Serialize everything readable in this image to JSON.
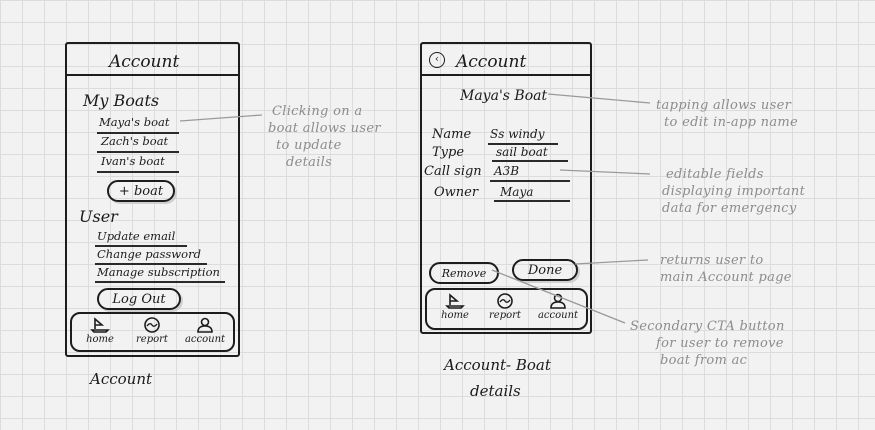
{
  "screen1": {
    "title": "Account",
    "boats_heading": "My Boats",
    "boats": [
      "Maya's boat",
      "Zach's boat",
      "Ivan's boat"
    ],
    "add_boat_button": "+ boat",
    "user_heading": "User",
    "user_items": [
      "Update email",
      "Change password",
      "Manage subscription"
    ],
    "logout_button": "Log Out",
    "nav": [
      "home",
      "report",
      "account"
    ],
    "caption": "Account"
  },
  "screen2": {
    "title": "Account",
    "boat_title": "Maya's Boat",
    "fields": [
      {
        "label": "Name",
        "value": "Ss windy"
      },
      {
        "label": "Type",
        "value": "sail boat"
      },
      {
        "label": "Call sign",
        "value": "A3B"
      },
      {
        "label": "Owner",
        "value": "Maya"
      }
    ],
    "remove_button": "Remove",
    "done_button": "Done",
    "nav": [
      "home",
      "report",
      "account"
    ],
    "caption_line1": "Account- Boat",
    "caption_line2": "details"
  },
  "annotations": {
    "boat_click": [
      "Clicking on a",
      "boat allows user",
      "to update",
      "details"
    ],
    "tap_name": [
      "tapping allows user",
      "to edit in-app name"
    ],
    "editable_fields": [
      "editable fields",
      "displaying important",
      "data for emergency"
    ],
    "done_note": [
      "returns user to",
      "main Account page"
    ],
    "remove_note": [
      "Secondary CTA button",
      "for user to remove",
      "boat from ac"
    ]
  }
}
